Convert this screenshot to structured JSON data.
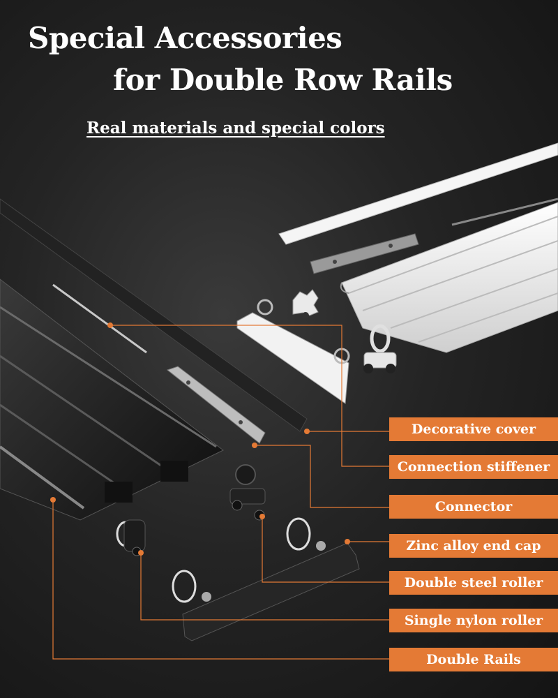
{
  "header": {
    "title_line1": "Special Accessories",
    "title_line2": "for Double Row Rails",
    "subtitle": "Real materials and special colors"
  },
  "callouts": [
    {
      "label": "Decorative cover"
    },
    {
      "label": "Connection stiffener"
    },
    {
      "label": "Connector"
    },
    {
      "label": "Zinc alloy end cap"
    },
    {
      "label": "Double  steel roller"
    },
    {
      "label": "Single nylon roller"
    },
    {
      "label": "Double Rails"
    }
  ],
  "colors": {
    "label_background": "#e47a35",
    "leader_line": "#e47a35",
    "background": "#1a1a1a",
    "rail_black": "#1b1b1b",
    "rail_white": "#eeeeee"
  }
}
